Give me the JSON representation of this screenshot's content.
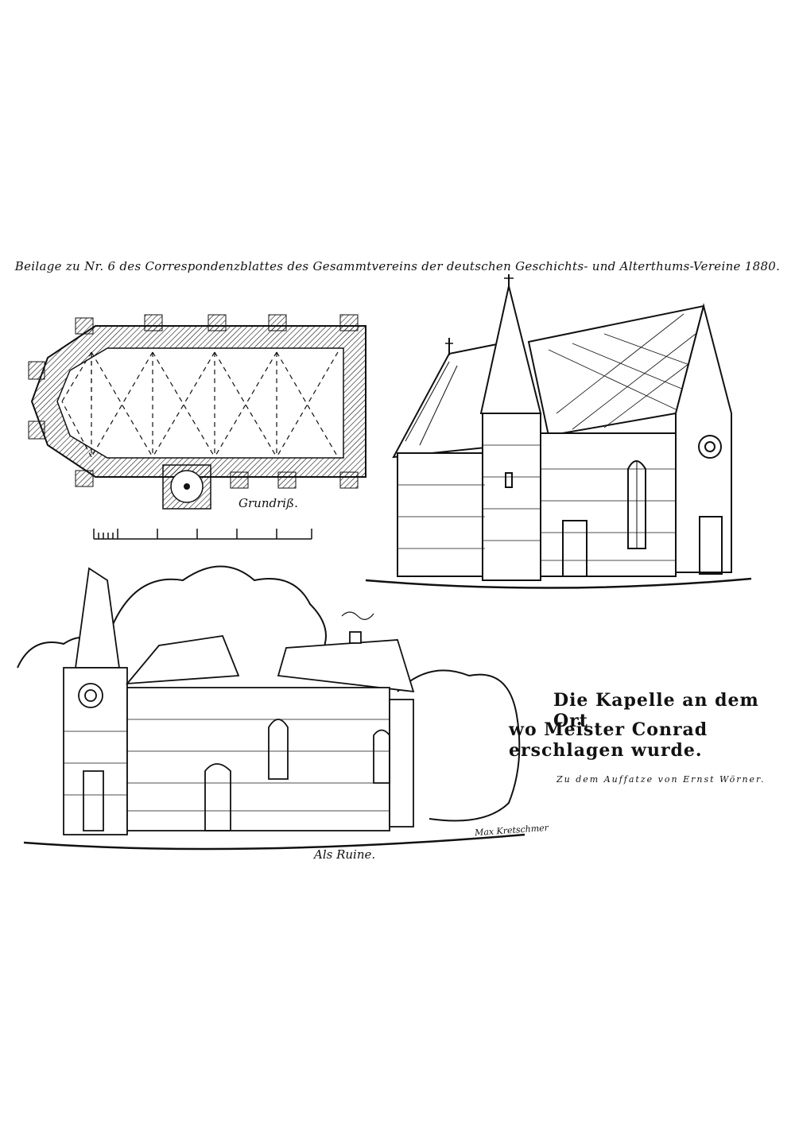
{
  "header": "Beilage zu Nr. 6 des Correspondenzblattes des Gesammtvereins der deutschen Geschichts- und Alterthums-Vereine 1880.",
  "plan": {
    "caption": "Grundriß."
  },
  "ruin": {
    "caption": "Als Ruine.",
    "signature": "Max Kretschmer"
  },
  "title": {
    "line1": "Die Kapelle an dem Ort",
    "line2": "wo Meister Conrad erschlagen wurde."
  },
  "subtitle": "Zu dem Auffatze von Ernst Wörner."
}
